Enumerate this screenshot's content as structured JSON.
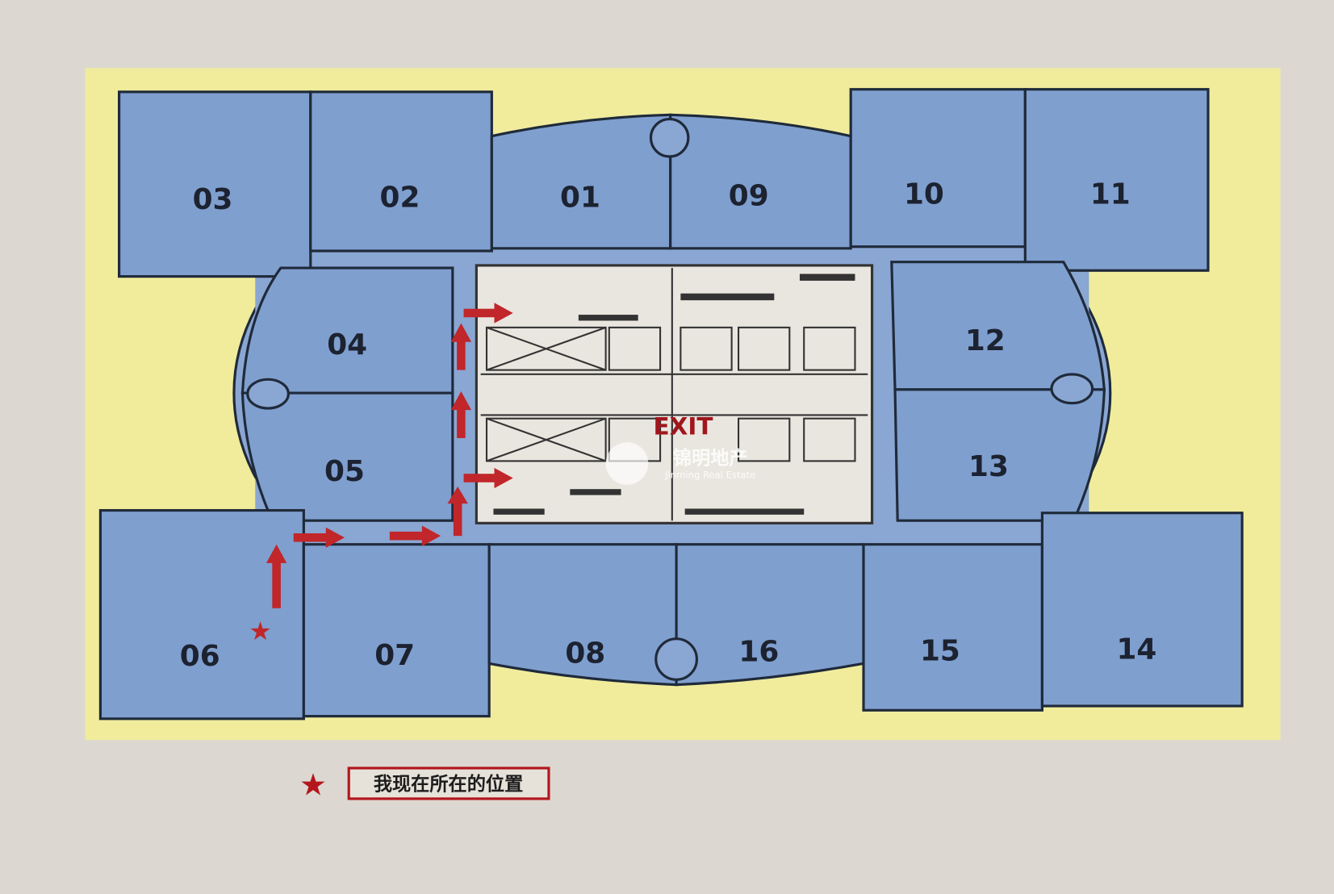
{
  "floor_plan": {
    "rooms": [
      "01",
      "02",
      "03",
      "04",
      "05",
      "06",
      "07",
      "08",
      "09",
      "10",
      "11",
      "12",
      "13",
      "14",
      "15",
      "16"
    ],
    "exit_label": "EXIT",
    "you_are_here_room": "06",
    "watermark": {
      "cn": "锦明地产",
      "en": "Jinming Real Estate"
    },
    "colors": {
      "room": "#7f9fcf",
      "background": "#f0ec9c",
      "arrow": "#c0262a",
      "paper": "#d9d5cf"
    }
  },
  "legend": {
    "star_icon": "★",
    "label": "我现在所在的位置"
  }
}
